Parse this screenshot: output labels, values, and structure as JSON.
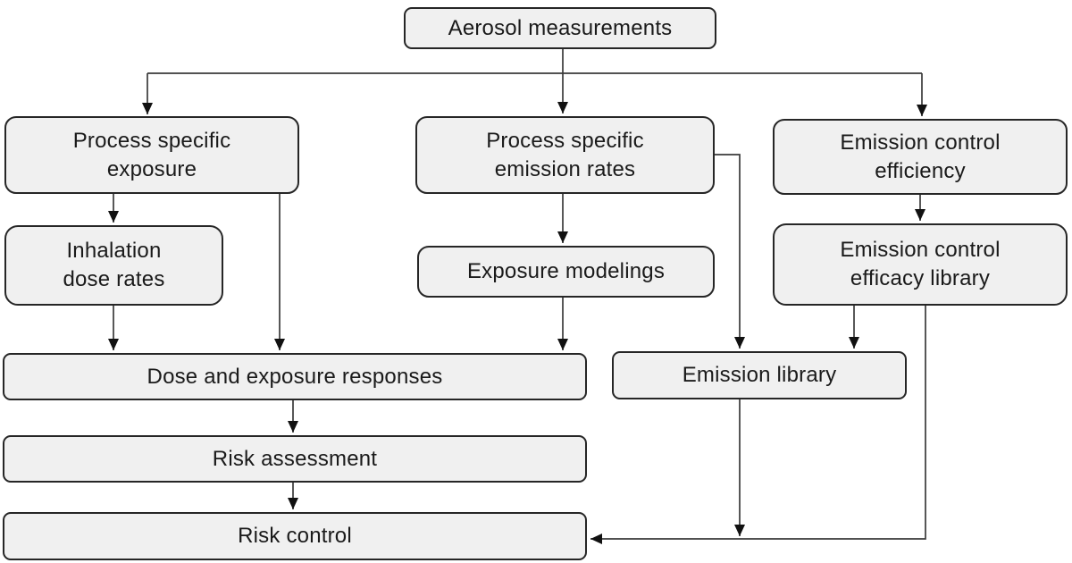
{
  "diagram": {
    "type": "flowchart",
    "background_color": "#ffffff",
    "node_fill_color": "#f0f0f0",
    "node_border_color": "#262626",
    "connector_color": "#3a3a3a",
    "arrowhead_color": "#111111",
    "text_color": "#1a1a1a"
  },
  "nodes": [
    {
      "id": "aerosol-measurements",
      "label": "Aerosol measurements"
    },
    {
      "id": "process-specific-exposure",
      "label": "Process specific\nexposure"
    },
    {
      "id": "process-specific-emission-rates",
      "label": "Process specific\nemission rates"
    },
    {
      "id": "emission-control-efficiency",
      "label": "Emission control\nefficiency"
    },
    {
      "id": "inhalation-dose-rates",
      "label": "Inhalation\ndose rates"
    },
    {
      "id": "exposure-modelings",
      "label": "Exposure modelings"
    },
    {
      "id": "emission-control-efficacy-library",
      "label": "Emission control\nefficacy library"
    },
    {
      "id": "dose-and-exposure-responses",
      "label": "Dose and exposure responses"
    },
    {
      "id": "emission-library",
      "label": "Emission library"
    },
    {
      "id": "risk-assessment",
      "label": "Risk assessment"
    },
    {
      "id": "risk-control",
      "label": "Risk control"
    }
  ],
  "edges": [
    {
      "from": "aerosol-measurements",
      "to": "process-specific-exposure"
    },
    {
      "from": "aerosol-measurements",
      "to": "process-specific-emission-rates"
    },
    {
      "from": "aerosol-measurements",
      "to": "emission-control-efficiency"
    },
    {
      "from": "process-specific-exposure",
      "to": "inhalation-dose-rates"
    },
    {
      "from": "process-specific-exposure",
      "to": "dose-and-exposure-responses"
    },
    {
      "from": "inhalation-dose-rates",
      "to": "dose-and-exposure-responses"
    },
    {
      "from": "process-specific-emission-rates",
      "to": "exposure-modelings"
    },
    {
      "from": "process-specific-emission-rates",
      "to": "emission-library"
    },
    {
      "from": "exposure-modelings",
      "to": "dose-and-exposure-responses"
    },
    {
      "from": "emission-control-efficiency",
      "to": "emission-control-efficacy-library"
    },
    {
      "from": "emission-control-efficacy-library",
      "to": "emission-library"
    },
    {
      "from": "emission-control-efficacy-library",
      "to": "risk-control"
    },
    {
      "from": "emission-library",
      "to": "risk-control"
    },
    {
      "from": "dose-and-exposure-responses",
      "to": "risk-assessment"
    },
    {
      "from": "risk-assessment",
      "to": "risk-control"
    }
  ]
}
